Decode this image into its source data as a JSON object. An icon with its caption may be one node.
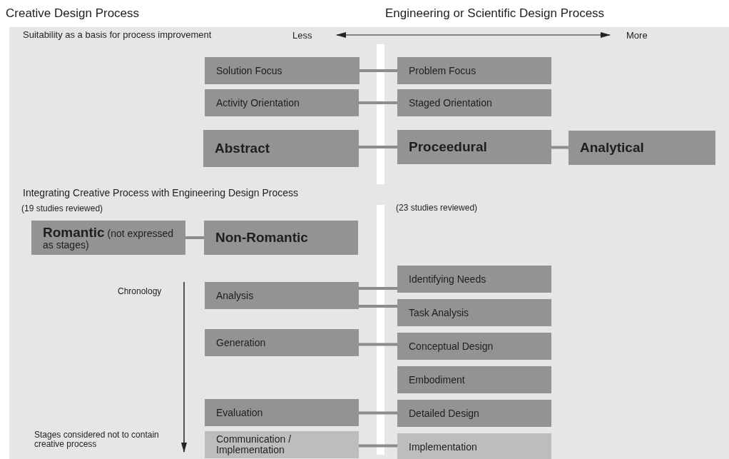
{
  "diagram": {
    "nodes": [
      {
        "text": [
          "Solution Focus"
        ]
      },
      {
        "text": [
          "Problem Focus"
        ]
      },
      {
        "text": [
          "Activity Orientation"
        ]
      },
      {
        "text": [
          "Staged Orientation"
        ]
      },
      {
        "text": [
          "Abstract"
        ]
      },
      {
        "text": [
          "Proceedural"
        ]
      },
      {
        "text": [
          "Analytical"
        ]
      },
      {
        "text": [
          "**Romantic** (not expressed as stages)"
        ]
      },
      {
        "text": [
          "Non-Romantic"
        ]
      },
      {
        "text": [
          "Analysis"
        ]
      },
      {
        "text": [
          "Identifying Needs"
        ]
      },
      {
        "text": [
          "Task Analysis"
        ]
      },
      {
        "text": [
          "Generation"
        ]
      },
      {
        "text": [
          "Conceptual Design"
        ]
      },
      {
        "text": [
          "Embodiment"
        ]
      },
      {
        "text": [
          "Evaluation"
        ]
      },
      {
        "text": [
          "Detailed Design"
        ]
      },
      {
        "text": [
          "Communication / Implementation"
        ]
      },
      {
        "text": [
          "Implementation"
        ]
      }
    ],
    "edges": [
      {
        "from": 0,
        "to": 1,
        "arrow": "none"
      },
      {
        "from": 2,
        "to": 3,
        "arrow": "none"
      },
      {
        "from": 4,
        "to": 5,
        "arrow": "none"
      },
      {
        "from": 5,
        "to": 6,
        "arrow": "none"
      },
      {
        "from": 7,
        "to": 8,
        "arrow": "none"
      },
      {
        "from": 9,
        "to": 10,
        "arrow": "none"
      },
      {
        "from": 9,
        "to": 11,
        "arrow": "none"
      },
      {
        "from": 12,
        "to": 13,
        "arrow": "none"
      },
      {
        "from": 15,
        "to": 16,
        "arrow": "none"
      },
      {
        "from": 17,
        "to": 18,
        "arrow": "none"
      }
    ],
    "labels": [
      "Creative Design Process",
      "Engineering or Scientific Design Process",
      "Suitability as a basis for process improvement",
      "Less",
      "More",
      "Integrating Creative Process with Engineering Design Process",
      "(19 studies reviewed)",
      "(23 studies reviewed)",
      "Chronology",
      "Stages considered not to contain creative process"
    ]
  }
}
